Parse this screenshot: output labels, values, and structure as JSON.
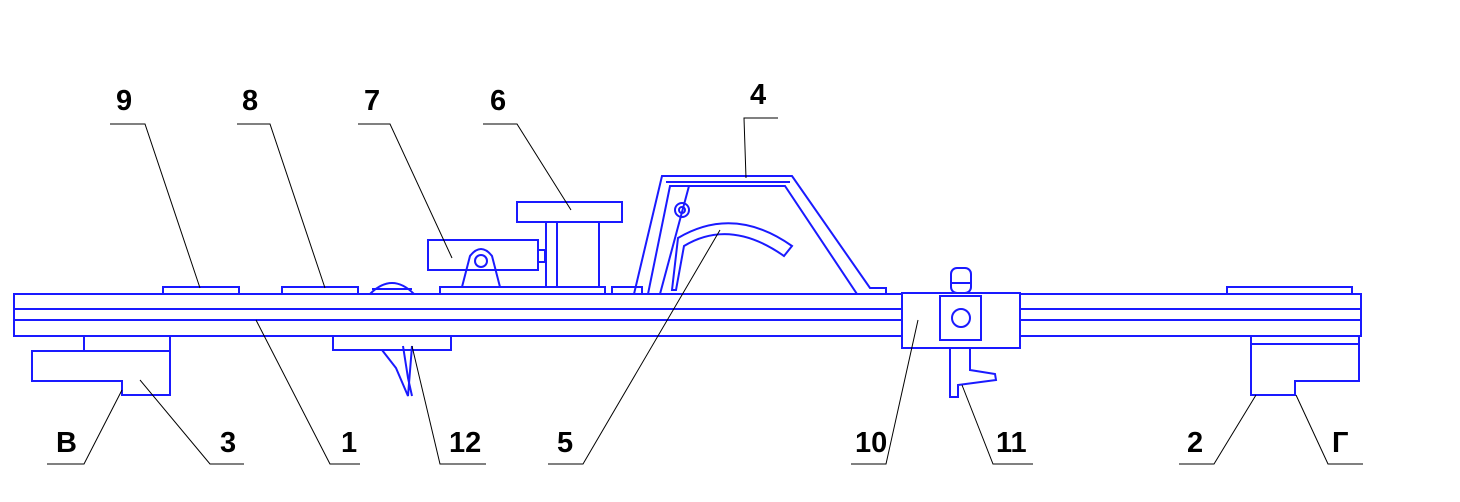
{
  "diagram": {
    "line_color": "#1a1aff",
    "leader_color": "#000000",
    "labels": {
      "l9": "9",
      "l8": "8",
      "l7": "7",
      "l6": "6",
      "l4": "4",
      "lB": "В",
      "l3": "3",
      "l1": "1",
      "l12": "12",
      "l5": "5",
      "l10": "10",
      "l11": "11",
      "l2": "2",
      "lG": "Г"
    }
  }
}
